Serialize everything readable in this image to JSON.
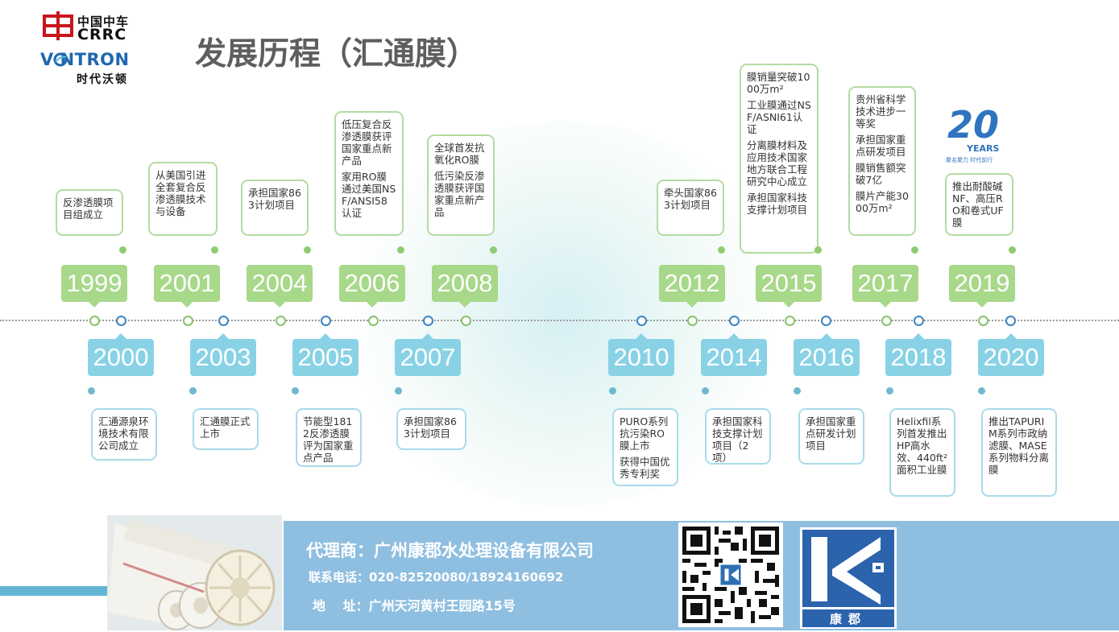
{
  "header": {
    "crrc_cn": "中国中车",
    "crrc_en": "CRRC",
    "vontron_en": "V NTRON",
    "vontron_cn": "时代沃顿",
    "title": "发展历程（汇通膜）"
  },
  "years20": {
    "number": "20",
    "years": "YEARS",
    "tagline": "聚名聚力 时代前行"
  },
  "timeline": {
    "top": [
      {
        "year": "1999",
        "lines": [
          "反渗透膜项目组成立"
        ]
      },
      {
        "year": "2001",
        "lines": [
          "从美国引进全套复合反渗透膜技术与设备"
        ]
      },
      {
        "year": "2004",
        "lines": [
          "承担国家863计划项目"
        ]
      },
      {
        "year": "2006",
        "lines": [
          "低压复合反渗透膜获评国家重点新产品",
          "家用RO膜通过美国NSF/ANSI58认证"
        ]
      },
      {
        "year": "2008",
        "lines": [
          "全球首发抗氧化RO膜",
          "低污染反渗透膜获评国家重点新产品"
        ]
      },
      {
        "year": "2012",
        "lines": [
          "牵头国家863计划项目"
        ]
      },
      {
        "year": "2015",
        "lines": [
          "膜销量突破1000万m²",
          "工业膜通过NSF/ASNI61认证",
          "分离膜材料及应用技术国家地方联合工程研究中心成立",
          "承担国家科技支撑计划项目"
        ]
      },
      {
        "year": "2017",
        "lines": [
          "贵州省科学技术进步一等奖",
          "承担国家重点研发项目",
          "膜销售额突破7亿",
          "膜片产能3000万m²"
        ]
      },
      {
        "year": "2019",
        "lines": [
          "推出耐酸碱NF、高压RO和卷式UF膜"
        ]
      }
    ],
    "bottom": [
      {
        "year": "2000",
        "lines": [
          "汇通源泉环境技术有限公司成立"
        ]
      },
      {
        "year": "2003",
        "lines": [
          "汇通膜正式上市"
        ]
      },
      {
        "year": "2005",
        "lines": [
          "节能型1812反渗透膜评为国家重点产品"
        ]
      },
      {
        "year": "2007",
        "lines": [
          "承担国家863计划项目"
        ]
      },
      {
        "year": "2010",
        "lines": [
          "PURO系列抗污染RO膜上市",
          "获得中国优秀专利奖"
        ]
      },
      {
        "year": "2014",
        "lines": [
          "承担国家科技支撑计划项目（2项）"
        ]
      },
      {
        "year": "2016",
        "lines": [
          "承担国家重点研发计划项目"
        ]
      },
      {
        "year": "2018",
        "lines": [
          "Helixfil系列首发推出HP高水效、440ft²面积工业膜"
        ]
      },
      {
        "year": "2020",
        "lines": [
          "推出TAPURIM系列市政纳滤膜、MASE系列物料分离膜"
        ]
      }
    ]
  },
  "footer": {
    "agent": "代理商：广州康郡水处理设备有限公司",
    "phone": "联系电话：020-82520080/18924160692",
    "address": "地　 址：广州天河黄村王园路15号",
    "logo_text": "康郡"
  },
  "colors": {
    "green": "#a8d88a",
    "blue": "#89d2e6",
    "title": "#5e5e5e",
    "banner": "#8fbfe0",
    "crrc_red": "#c8161d",
    "vontron_blue": "#1f67b0"
  }
}
